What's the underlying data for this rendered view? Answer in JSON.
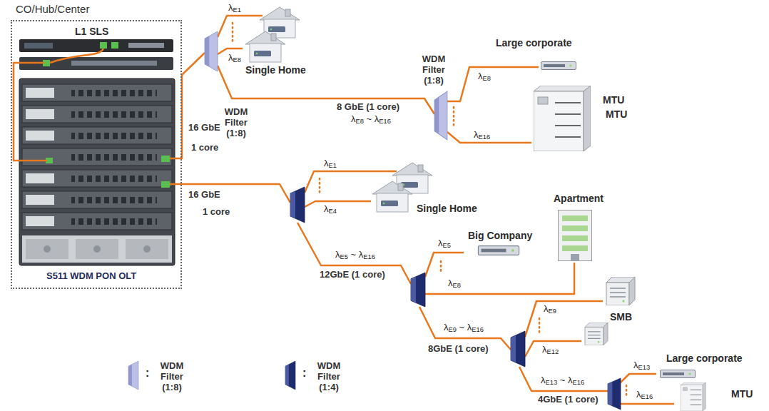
{
  "diagram": {
    "nodes": [
      {
        "text": [
          "CO/Hub/Center"
        ]
      },
      {
        "text": [
          "L1 SLS"
        ],
        "in": 0
      },
      {
        "text": [
          "S511 WDM PON OLT"
        ],
        "in": 0
      },
      {
        "text": [
          "WDM Filter (1:8)"
        ]
      },
      {
        "text": [
          "Single Home"
        ]
      },
      {
        "text": [
          "WDM Filter (1:8)"
        ]
      },
      {
        "text": [
          "Large corporate"
        ]
      },
      {
        "text": [
          "MTU",
          "MTU"
        ]
      },
      {
        "text": []
      },
      {
        "text": [
          "Single Home"
        ]
      },
      {
        "text": []
      },
      {
        "text": [
          "Big Company"
        ]
      },
      {
        "text": [
          "Apartment"
        ]
      },
      {
        "text": []
      },
      {
        "text": [
          "SMB"
        ]
      },
      {
        "text": []
      },
      {
        "text": [
          "Large corporate"
        ]
      },
      {
        "text": [
          "MTU"
        ]
      }
    ],
    "edges": [
      {
        "from": 1,
        "to": 2,
        "arrow": "none"
      },
      {
        "from": 2,
        "to": 3,
        "arrow": "none",
        "label": "16 GbE"
      },
      {
        "from": 3,
        "to": 4,
        "arrow": "none",
        "label": "λE1"
      },
      {
        "from": 3,
        "to": 4,
        "arrow": "none",
        "label": "λE8"
      },
      {
        "from": 3,
        "to": 5,
        "arrow": "none",
        "label": "8 GbE (1 core)"
      },
      {
        "from": 5,
        "to": 6,
        "arrow": "none",
        "label": "λE8"
      },
      {
        "from": 5,
        "to": 7,
        "arrow": "none",
        "label": "λE16"
      },
      {
        "from": 2,
        "to": 8,
        "arrow": "none",
        "label": "16 GbE"
      },
      {
        "from": 8,
        "to": 9,
        "arrow": "none",
        "label": "λE1"
      },
      {
        "from": 8,
        "to": 9,
        "arrow": "none",
        "label": "λE4"
      },
      {
        "from": 8,
        "to": 10,
        "arrow": "none",
        "label": "12GbE (1 core)"
      },
      {
        "from": 10,
        "to": 11,
        "arrow": "none",
        "label": "λE5"
      },
      {
        "from": 10,
        "to": 12,
        "arrow": "none",
        "label": "λE8"
      },
      {
        "from": 10,
        "to": 13,
        "arrow": "none",
        "label": "8GbE (1 core)"
      },
      {
        "from": 13,
        "to": 14,
        "arrow": "none",
        "label": "λE9"
      },
      {
        "from": 13,
        "to": 14,
        "arrow": "none",
        "label": "λE12"
      },
      {
        "from": 13,
        "to": 15,
        "arrow": "none",
        "label": "4GbE (1 core)"
      },
      {
        "from": 15,
        "to": 16,
        "arrow": "none",
        "label": "λE13"
      },
      {
        "from": 15,
        "to": 17,
        "arrow": "none",
        "label": "λE16"
      }
    ],
    "labels": [
      "1 core",
      "λE8 ~ λE16",
      "1 core",
      "λE5 ~ λE16",
      "λE9 ~ λE16",
      "λE13 ~ λE16",
      ":",
      ":"
    ],
    "legend": [
      {
        "text": "WDM Filter (1:8)"
      },
      {
        "text": "WDM Filter (1:4)"
      }
    ]
  }
}
